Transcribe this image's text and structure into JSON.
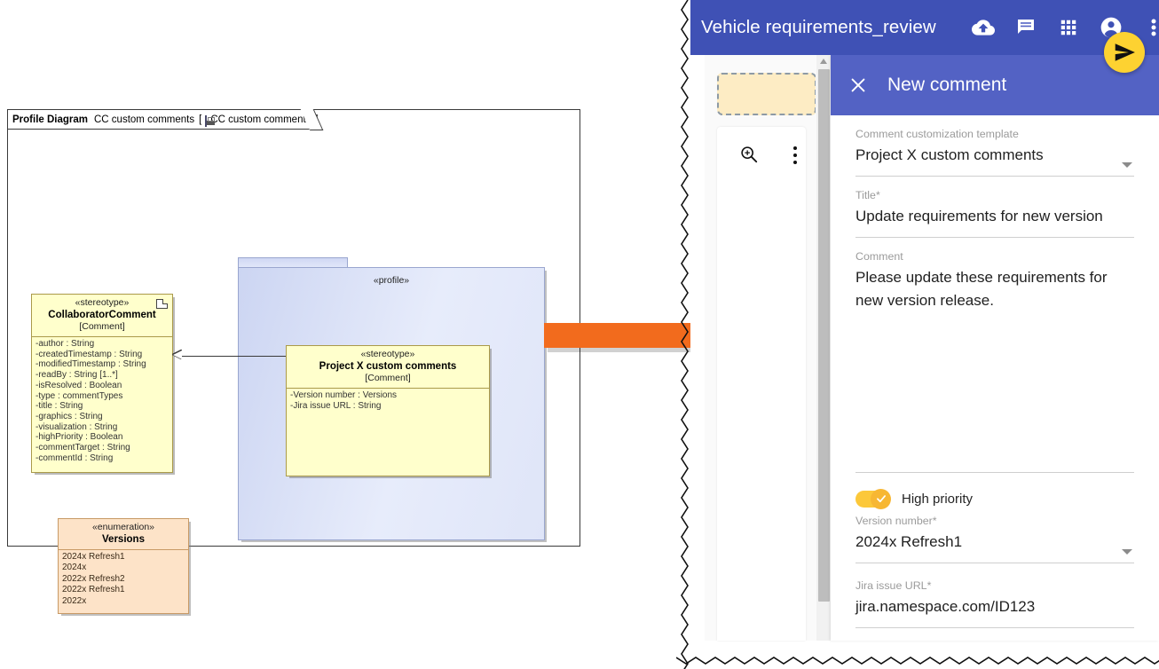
{
  "diagram": {
    "frame": {
      "kind": "Profile Diagram",
      "name": "CC custom comments",
      "open_bracket": "[",
      "icon": "diagram-icon",
      "context": "CC custom comments",
      "close_bracket": "]"
    },
    "package": {
      "stereotype": "«profile»"
    },
    "classes": [
      {
        "id": "collaborator-comment",
        "stereotype": "«stereotype»",
        "name": "CollaboratorComment",
        "metaclass": "[Comment]",
        "attributes": [
          "-author : String",
          "-createdTimestamp : String",
          "-modifiedTimestamp : String",
          "-readBy : String [1..*]",
          "-isResolved : Boolean",
          "-type : commentTypes",
          "-title : String",
          "-graphics : String",
          "-visualization : String",
          "-highPriority : Boolean",
          "-commentTarget : String",
          "-commentId : String"
        ]
      },
      {
        "id": "project-x-custom-comments",
        "stereotype": "«stereotype»",
        "name": "Project X custom comments",
        "metaclass": "[Comment]",
        "attributes": [
          "-Version number : Versions",
          "-Jira issue URL : String"
        ]
      }
    ],
    "enumeration": {
      "stereotype": "«enumeration»",
      "name": "Versions",
      "literals": [
        "2024x Refresh1",
        "2024x",
        "2022x Refresh2",
        "2022x Refresh1",
        "2022x"
      ]
    },
    "colors": {
      "class_fill": "#ffffcc",
      "class_border": "#aa9a4a",
      "package_fill": "#dfe5f8",
      "enum_fill": "#fde3c8",
      "arrow": "#f26b1d"
    }
  },
  "app": {
    "header": {
      "title": "Vehicle requirements_review",
      "icons": [
        {
          "name": "cloud-upload-icon"
        },
        {
          "name": "comment-icon"
        },
        {
          "name": "apps-grid-icon"
        },
        {
          "name": "account-circle-icon"
        },
        {
          "name": "more-vert-icon"
        }
      ],
      "background": "#3f51b5"
    },
    "canvas": {
      "sticky_note": {
        "name": "sticky-note"
      },
      "tools": [
        {
          "name": "zoom-in-icon"
        },
        {
          "name": "more-vert-icon"
        }
      ]
    },
    "comment_panel": {
      "close_icon": "close-icon",
      "title": "New comment",
      "send_button": {
        "name": "send-icon",
        "color": "#fdd231"
      },
      "fields": [
        {
          "label": "Comment customization template",
          "value": "Project X custom comments",
          "type": "select"
        },
        {
          "label": "Title*",
          "value": "Update requirements for new version",
          "type": "text"
        },
        {
          "label": "Comment",
          "value": "Please update these requirements for new version release.",
          "type": "textarea"
        }
      ],
      "high_priority": {
        "label": "High priority",
        "enabled": true
      },
      "version_number": {
        "label": "Version number*",
        "value": "2024x Refresh1",
        "type": "select"
      },
      "jira_url": {
        "label": "Jira issue URL*",
        "value": "jira.namespace.com/ID123",
        "type": "text"
      }
    }
  }
}
